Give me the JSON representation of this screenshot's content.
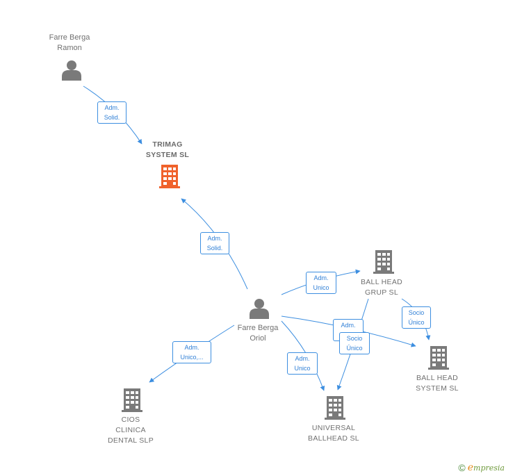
{
  "nodes": {
    "farre_berga_ramon": {
      "label": "Farre Berga\nRamon",
      "type": "person"
    },
    "trimag_system": {
      "label": "TRIMAG\nSYSTEM  SL",
      "type": "company-focus"
    },
    "farre_berga_oriol": {
      "label": "Farre Berga\nOriol",
      "type": "person"
    },
    "ball_head_grup": {
      "label": "BALL HEAD\nGRUP  SL",
      "type": "company"
    },
    "ball_head_system": {
      "label": "BALL HEAD\nSYSTEM SL",
      "type": "company"
    },
    "universal_ballhead": {
      "label": "UNIVERSAL\nBALLHEAD SL",
      "type": "company"
    },
    "cios_clinica": {
      "label": "CIOS\nCLINICA\nDENTAL SLP",
      "type": "company"
    }
  },
  "edges": {
    "ramon_trimag": "Adm.\nSolid.",
    "oriol_trimag": "Adm.\nSolid.",
    "oriol_grup": "Adm.\nUnico",
    "oriol_system": "Adm.\nUnico",
    "grup_system": "Socio\nÚnico",
    "grup_universal": "Socio\nÚnico",
    "oriol_universal": "Adm.\nUnico",
    "oriol_cios": "Adm.\nUnico,..."
  },
  "colors": {
    "edge": "#3c8ee0",
    "person_icon": "#7a7a7a",
    "company_icon": "#7a7a7a",
    "focus_icon": "#f0622c"
  },
  "icons": {
    "person": "person-icon",
    "company": "building-icon"
  },
  "footer": {
    "copyright_symbol": "©",
    "brand_initial": "e",
    "brand_rest": "mpresia"
  }
}
